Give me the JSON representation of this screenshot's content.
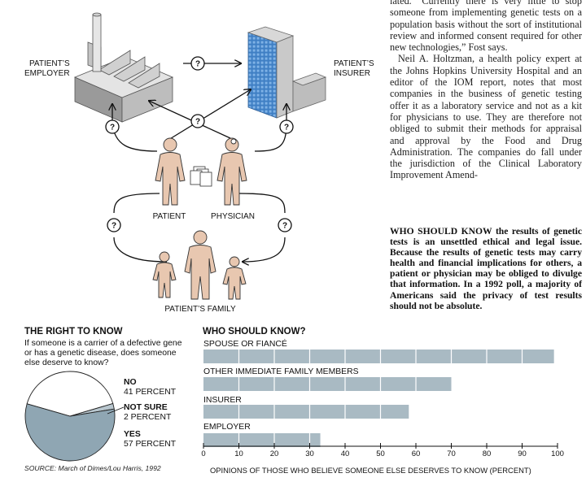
{
  "article": {
    "paragraph1": "lated. “Currently there is very little to stop someone from implementing genetic tests on a population basis without the sort of institutional review and informed consent required for other new technologies,” Fost says.",
    "paragraph2": "Neil A. Holtzman, a health policy expert at the Johns Hopkins University Hospital and an editor of the IOM report, notes that most companies in the business of genetic testing offer it as a laboratory service and not as a kit for physicians to use. They are therefore not obliged to submit their methods for appraisal and approval by the Food and Drug Administration. The companies do fall under the jurisdiction of the Clinical Laboratory Improvement Amend-"
  },
  "caption": {
    "lead": "WHO SHOULD KNOW",
    "text": "the results of genetic tests is an unsettled ethical and legal issue. Because the results of genetic tests may carry health and financial implications for others, a patient or physician may be obliged to divulge that information. In a 1992 poll, a majority of Americans said the privacy of test results should not be absolute."
  },
  "diagram": {
    "employer_line1": "PATIENT’S",
    "employer_line2": "EMPLOYER",
    "insurer_line1": "PATIENT’S",
    "insurer_line2": "INSURER",
    "patient": "PATIENT",
    "physician": "PHYSICIAN",
    "family": "PATIENT’S FAMILY",
    "question_mark": "?"
  },
  "right_to_know": {
    "title": "THE RIGHT TO KNOW",
    "question": "If someone is a carrier of a defective gene or has a genetic disease, does someone else deserve to know?",
    "source": "SOURCE: March of Dimes/Lou Harris, 1992"
  },
  "who_should_know": {
    "title": "WHO SHOULD KNOW?",
    "xlabel": "OPINIONS OF THOSE WHO BELIEVE SOMEONE ELSE DESERVES TO KNOW (PERCENT)"
  },
  "chart_data": [
    {
      "type": "pie",
      "title": "THE RIGHT TO KNOW",
      "slices": [
        {
          "label": "NO",
          "sublabel": "41 PERCENT",
          "value": 41,
          "color": "#ffffff"
        },
        {
          "label": "NOT SURE",
          "sublabel": "2 PERCENT",
          "value": 2,
          "color": "#b8c6ce"
        },
        {
          "label": "YES",
          "sublabel": "57 PERCENT",
          "value": 57,
          "color": "#8fa6b3"
        }
      ]
    },
    {
      "type": "bar",
      "orientation": "horizontal",
      "title": "WHO SHOULD KNOW?",
      "categories": [
        "SPOUSE OR FIANCÉ",
        "OTHER IMMEDIATE FAMILY MEMBERS",
        "INSURER",
        "EMPLOYER"
      ],
      "values": [
        99,
        70,
        58,
        33
      ],
      "xlabel": "OPINIONS OF THOSE WHO BELIEVE SOMEONE ELSE DESERVES TO KNOW (PERCENT)",
      "xlim": [
        0,
        100
      ],
      "ticks": [
        0,
        10,
        20,
        30,
        40,
        50,
        60,
        70,
        80,
        90,
        100
      ],
      "bar_color": "#a9bac3"
    }
  ]
}
